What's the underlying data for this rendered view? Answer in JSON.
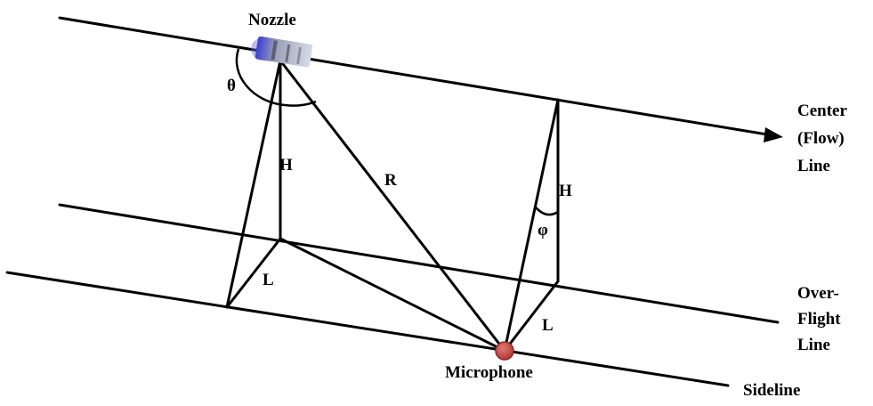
{
  "labels": {
    "nozzle": "Nozzle",
    "theta": "θ",
    "h_left": "H",
    "h_right": "H",
    "r": "R",
    "phi": "φ",
    "l_left": "L",
    "l_right": "L",
    "center_line": [
      "Center",
      "(Flow)",
      "Line"
    ],
    "overflight_line": [
      "Over-",
      "Flight",
      "Line"
    ],
    "microphone": "Microphone",
    "sideline": "Sideline"
  },
  "colors": {
    "lines": "#000000",
    "microphone_fill": "#c0504d",
    "microphone_stroke": "#8c2a28",
    "nozzle_body": "#8a8fa0",
    "nozzle_glow": "#5a5ad8"
  }
}
